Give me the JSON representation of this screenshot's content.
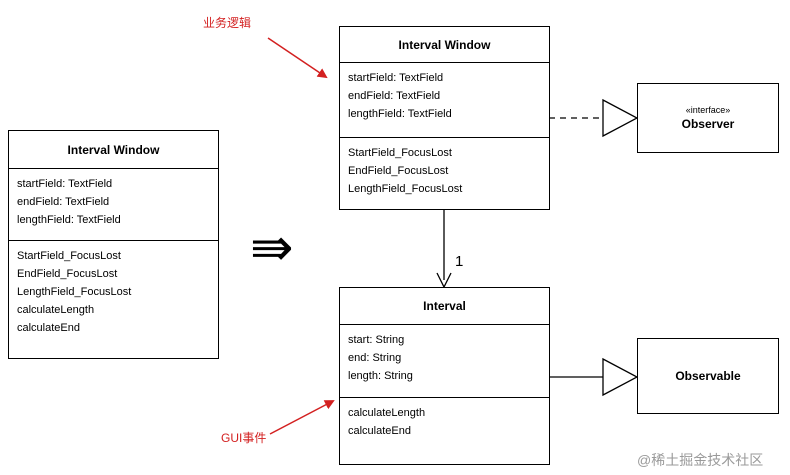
{
  "classes": {
    "left": {
      "name": "Interval Window",
      "attributes": [
        "startField: TextField",
        "endField: TextField",
        "lengthField: TextField"
      ],
      "operations": [
        "StartField_FocusLost",
        "EndField_FocusLost",
        "LengthField_FocusLost",
        "calculateLength",
        "calculateEnd"
      ]
    },
    "right_top": {
      "name": "Interval Window",
      "attributes": [
        "startField: TextField",
        "endField: TextField",
        "lengthField: TextField"
      ],
      "operations": [
        "StartField_FocusLost",
        "EndField_FocusLost",
        "LengthField_FocusLost"
      ]
    },
    "interval": {
      "name": "Interval",
      "attributes": [
        "start: String",
        "end: String",
        "length: String"
      ],
      "operations": [
        "calculateLength",
        "calculateEnd"
      ]
    }
  },
  "observer": {
    "stereotype": "«interface»",
    "name": "Observer"
  },
  "observable": {
    "name": "Observable"
  },
  "association_multiplicity": "1",
  "annotations": {
    "top": "业务逻辑",
    "bottom": "GUI事件",
    "color": "#d32020"
  },
  "transform_arrow": "⇛",
  "watermark": "@稀土掘金技术社区"
}
